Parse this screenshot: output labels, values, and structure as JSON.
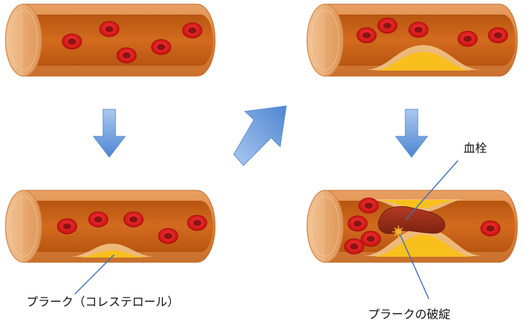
{
  "panels": [
    {
      "id": "normal",
      "stage": 1
    },
    {
      "id": "early-plaque",
      "stage": 2
    },
    {
      "id": "grown-plaque",
      "stage": 3
    },
    {
      "id": "rupture-thrombus",
      "stage": 4
    }
  ],
  "labels": {
    "plaque": "プラーク（コレステロール）",
    "thrombus": "血栓",
    "plaque_rupture": "プラークの破綻"
  },
  "colors": {
    "vessel_wall": "#d9823d",
    "vessel_lumen": "#c85d14",
    "vessel_opening": "#eaa46e",
    "red_cell": "#d81414",
    "red_cell_core": "#8a1010",
    "plaque": "#f9bf1c",
    "plaque_cap": "#f3c98c",
    "thrombus": "#9a2c1a",
    "arrow": "#6e9fe0",
    "leader_line": "#3d6fb8"
  }
}
